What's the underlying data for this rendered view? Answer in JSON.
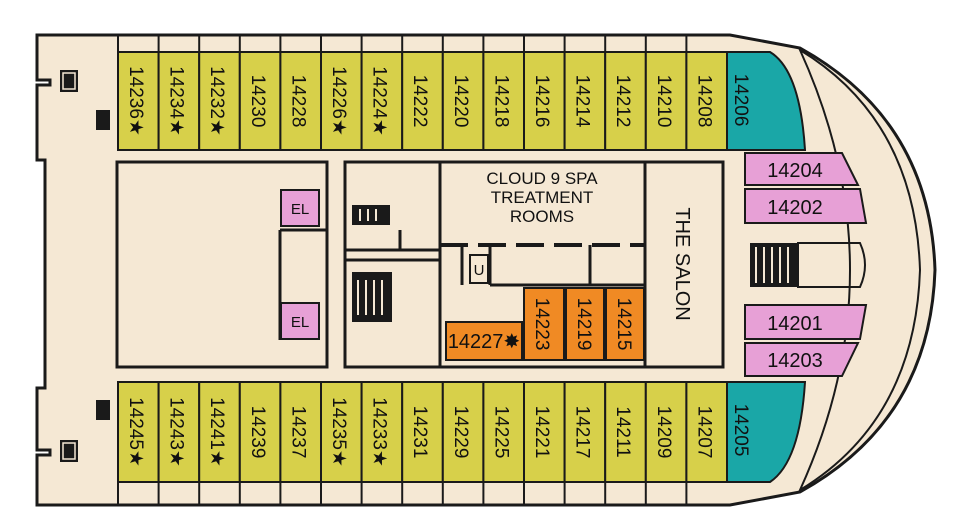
{
  "deck": {
    "spa": {
      "line1": "CLOUD 9 SPA",
      "line2": "TREATMENT",
      "line3": "ROOMS"
    },
    "salon": "THE SALON",
    "elevator_label": "EL",
    "utility_label": "U",
    "colors": {
      "hull": "#f5e8d4",
      "outline": "#1a1a1a",
      "yellow_cabin": "#d7d04a",
      "teal_cabin": "#1aa7a7",
      "pink_cabin": "#e7a0d6",
      "orange_cabin": "#f08a24",
      "elevator": "#e7a0d6"
    }
  },
  "cabins": {
    "top_row": [
      "14236★",
      "14234★",
      "14232★",
      "14230",
      "14228",
      "14226★",
      "14224★",
      "14222",
      "14220",
      "14218",
      "14216",
      "14214",
      "14212",
      "14210",
      "14208"
    ],
    "top_teal": "14206",
    "bottom_row": [
      "14245★",
      "14243★",
      "14241★",
      "14239",
      "14237",
      "14235★",
      "14233★",
      "14231",
      "14229",
      "14225",
      "14221",
      "14217",
      "14211",
      "14209",
      "14207"
    ],
    "bottom_teal": "14205",
    "pink_upper": [
      "14204",
      "14202"
    ],
    "pink_lower": [
      "14201",
      "14203"
    ],
    "orange_vertical": [
      "14223",
      "14219",
      "14215"
    ],
    "orange_horizontal": "14227✸"
  }
}
